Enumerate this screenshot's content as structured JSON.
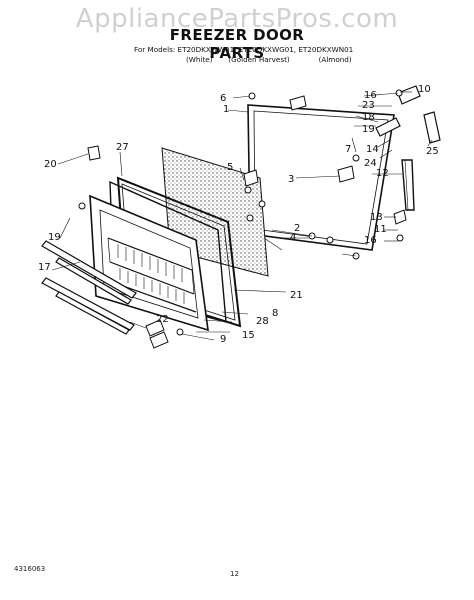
{
  "watermark": "AppliancePartsPros.com",
  "title": "FREEZER DOOR PARTS",
  "models_line": "For Models: ET20DKXWW01, ET20DKXWG01, ET20DKXWN01",
  "colors": [
    "(White)",
    "(Golden Harvest)",
    "(Almond)"
  ],
  "callouts": [
    "1",
    "2",
    "3",
    "4",
    "5",
    "6",
    "7",
    "8",
    "9",
    "10",
    "11",
    "12",
    "13",
    "14",
    "15",
    "16",
    "16",
    "17",
    "18",
    "19",
    "19",
    "20",
    "21",
    "22",
    "23",
    "24",
    "25",
    "27",
    "28",
    "2",
    "5",
    "7",
    "9"
  ],
  "footer_code": "4316063",
  "page_number": "12"
}
